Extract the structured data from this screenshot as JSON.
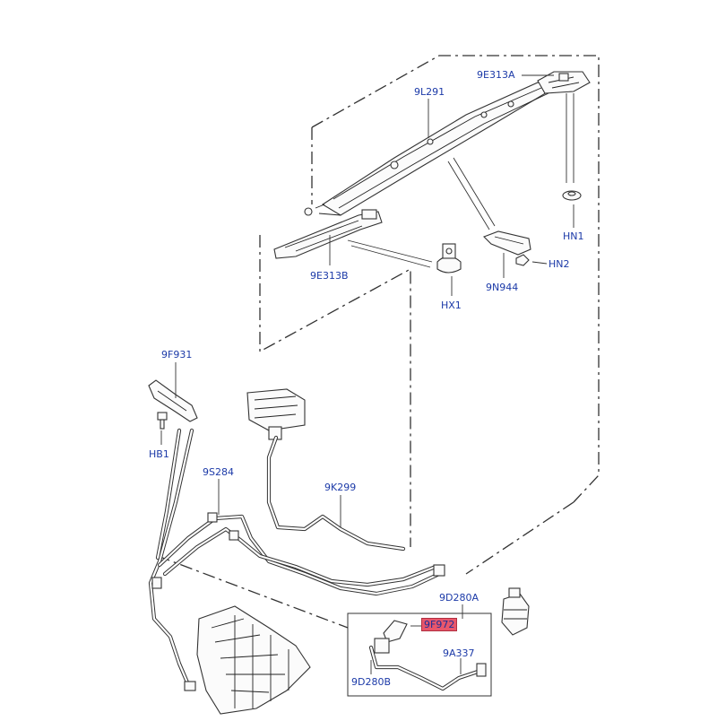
{
  "labels": {
    "part_9E313A": "9E313A",
    "part_9L291": "9L291",
    "part_HN1": "HN1",
    "part_HN2": "HN2",
    "part_9N944": "9N944",
    "part_9E313B": "9E313B",
    "part_HX1": "HX1",
    "part_9F931": "9F931",
    "part_HB1": "HB1",
    "part_9S284": "9S284",
    "part_9K299": "9K299",
    "part_9D280A": "9D280A",
    "part_9F972": "9F972",
    "part_9A337": "9A337",
    "part_9D280B": "9D280B"
  },
  "colors": {
    "label_text": "#1c3aa8",
    "highlight": "#e8566b",
    "line": "#333333"
  }
}
